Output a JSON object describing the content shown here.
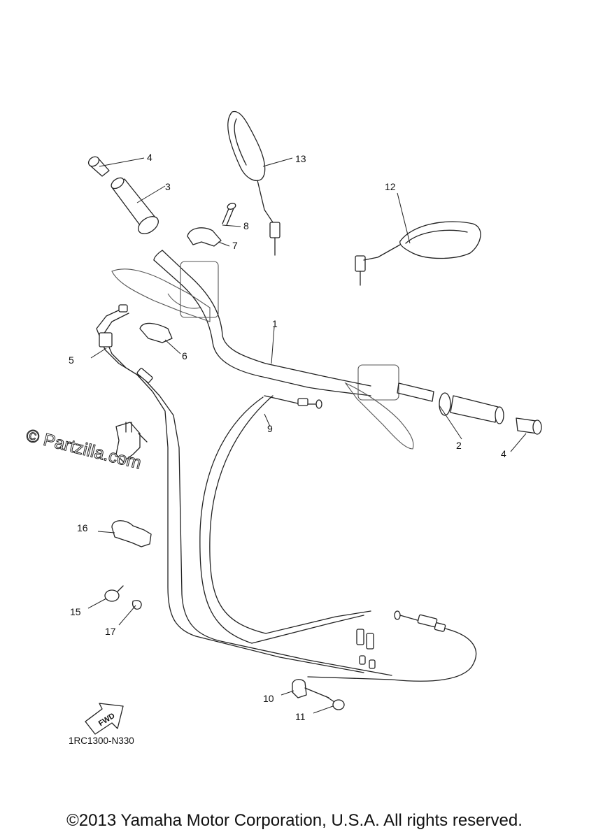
{
  "callouts": {
    "c1": "1",
    "c2": "2",
    "c3": "3",
    "c4a": "4",
    "c4b": "4",
    "c5": "5",
    "c6": "6",
    "c7": "7",
    "c8": "8",
    "c9": "9",
    "c10": "10",
    "c11": "11",
    "c12": "12",
    "c13": "13",
    "c15": "15",
    "c16": "16",
    "c17": "17"
  },
  "diagram_code": "1RC1300-N330",
  "fwd_label": "FWD",
  "watermark": "© Partzilla.com",
  "copyright": "©2013 Yamaha Motor Corporation, U.S.A. All rights reserved."
}
